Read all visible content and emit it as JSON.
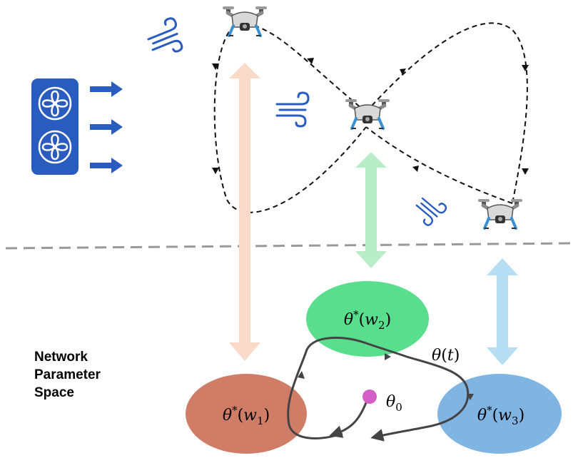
{
  "space_label": [
    "Network",
    "Parameter",
    "Space"
  ],
  "nodes": {
    "w1": {
      "theta": "θ",
      "star": "*",
      "arg": "w",
      "sub": "1",
      "color": "#cf7d66"
    },
    "w2": {
      "theta": "θ",
      "star": "*",
      "arg": "w",
      "sub": "2",
      "color": "#59de8e"
    },
    "w3": {
      "theta": "θ",
      "star": "*",
      "arg": "w",
      "sub": "3",
      "color": "#7fb4e3"
    }
  },
  "trajectory_label": {
    "theta": "θ",
    "arg": "t"
  },
  "init_label": {
    "theta": "θ",
    "sub": "0"
  },
  "colors": {
    "fan_box": "#2a5cc0",
    "wind": "#2a5cc0",
    "arrow_w1": "#f9d9c8",
    "arrow_w2": "#b9edc8",
    "arrow_w3": "#b5def3",
    "init_point": "#d45ec6",
    "divider": "#999999"
  },
  "icons": [
    "fan-icon",
    "wind-icon",
    "drone-icon"
  ]
}
